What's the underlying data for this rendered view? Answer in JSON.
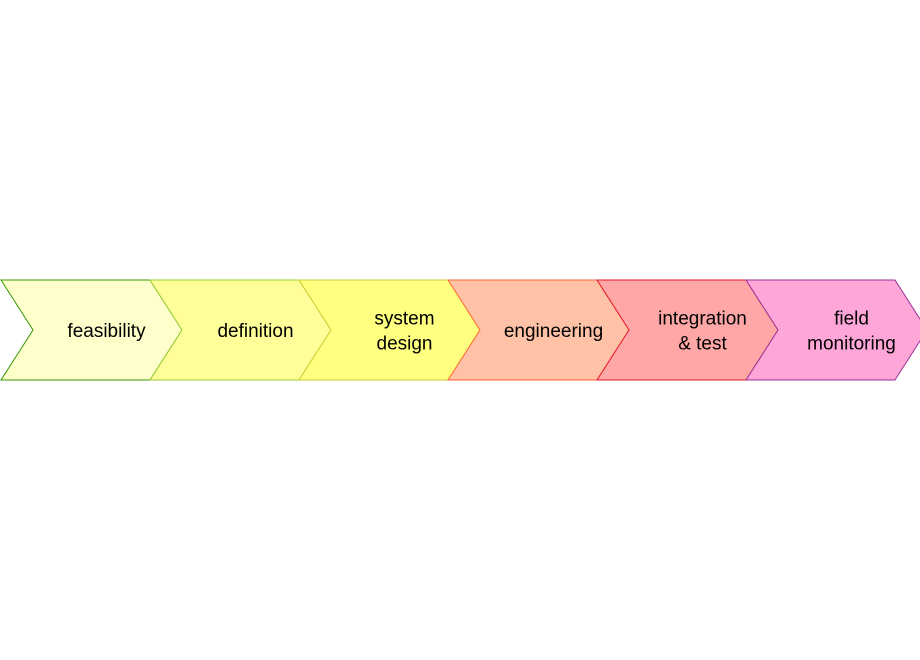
{
  "diagram": {
    "stages": [
      {
        "lines": [
          "feasibility"
        ],
        "fill": "#FFFFCC",
        "stroke": "#339900"
      },
      {
        "lines": [
          "definition"
        ],
        "fill": "#FFFF99",
        "stroke": "#99CC33"
      },
      {
        "lines": [
          "system",
          "design"
        ],
        "fill": "#FFFF80",
        "stroke": "#CCCC33"
      },
      {
        "lines": [
          "engineering"
        ],
        "fill": "#FFC2A6",
        "stroke": "#FF6633"
      },
      {
        "lines": [
          "integration",
          "& test"
        ],
        "fill": "#FFA6A6",
        "stroke": "#E6192B"
      },
      {
        "lines": [
          "field",
          "monitoring"
        ],
        "fill": "#FFA6D9",
        "stroke": "#993399"
      }
    ]
  }
}
